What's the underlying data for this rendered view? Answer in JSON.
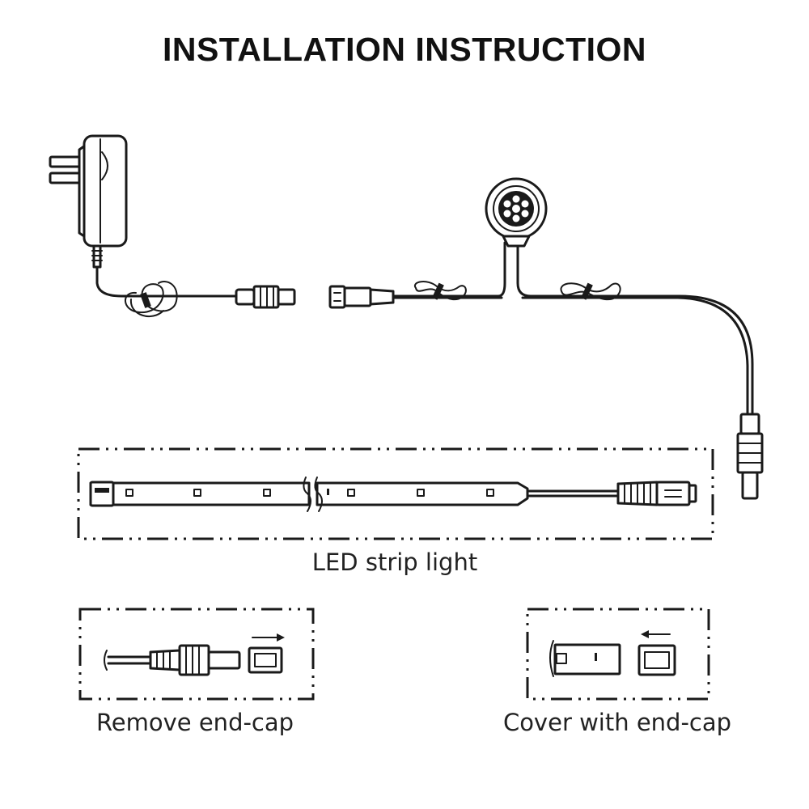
{
  "title": "INSTALLATION INSTRUCTION",
  "captions": {
    "strip": "LED strip light",
    "remove": "Remove end-cap",
    "cover": "Cover with end-cap"
  },
  "icons": [
    "power-adapter-icon",
    "motion-sensor-icon",
    "led-strip-icon",
    "dc-plug-icon",
    "dc-socket-icon",
    "end-cap-icon",
    "arrow-right-icon",
    "arrow-left-icon"
  ]
}
